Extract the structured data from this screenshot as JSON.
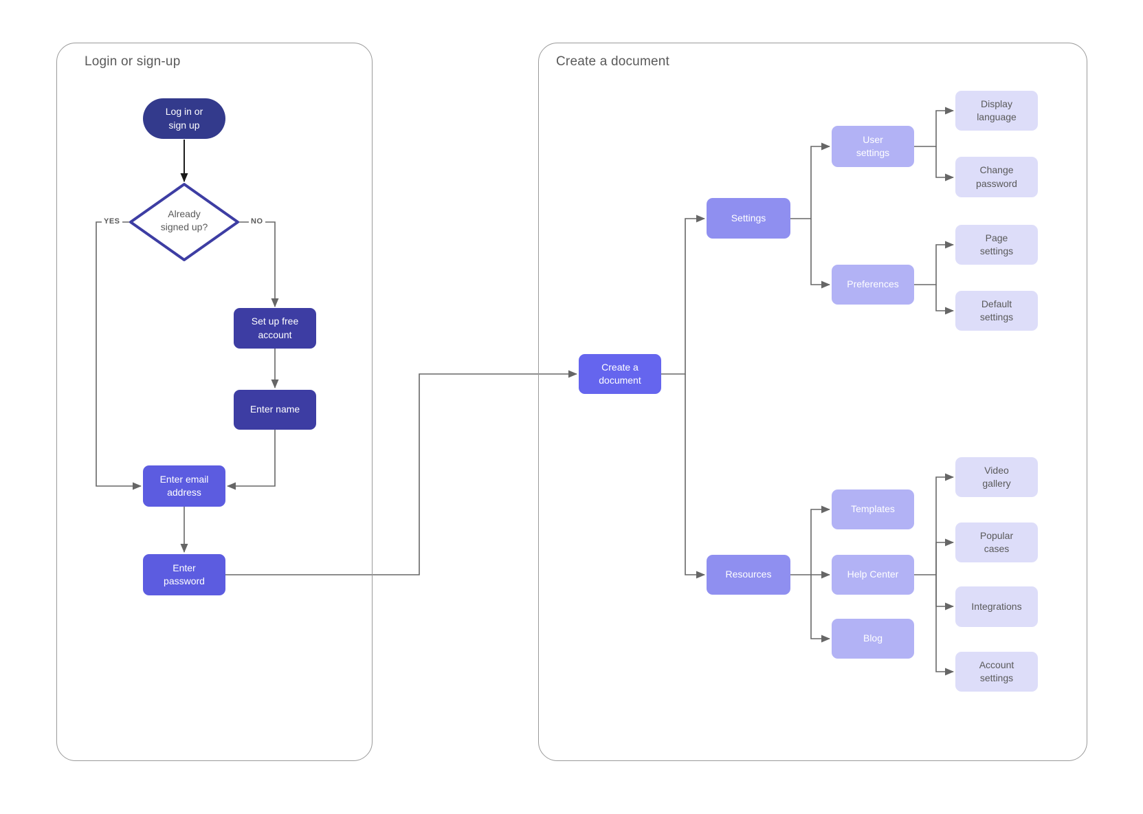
{
  "colors": {
    "terminator_fill": "#333A8C",
    "process_dark_fill": "#3D3DA3",
    "process_medium_fill": "#5C5CE0",
    "create_fill": "#6565EE",
    "level1_fill": "#8F8FF0",
    "level2_fill": "#B2B2F5",
    "leaf_fill": "#DDDDF9",
    "connector": "#666666",
    "start_arrow": "#1A1A1A",
    "panel_border": "#999999",
    "text_on_fill": "#FFFFFF",
    "text_gray": "#595959"
  },
  "left_panel": {
    "title": "Login or sign-up",
    "nodes": {
      "login": {
        "label": "Log in or\nsign up"
      },
      "decision": {
        "label": "Already\nsigned up?"
      },
      "setup": {
        "label": "Set up free\naccount"
      },
      "enter_name": {
        "label": "Enter name"
      },
      "enter_email": {
        "label": "Enter email\naddress"
      },
      "enter_password": {
        "label": "Enter\npassword"
      }
    },
    "branch_labels": {
      "yes": "YES",
      "no": "NO"
    }
  },
  "right_panel": {
    "title": "Create a document",
    "nodes": {
      "create_document": {
        "label": "Create a\ndocument"
      },
      "settings": {
        "label": "Settings"
      },
      "user_settings": {
        "label": "User\nsettings"
      },
      "preferences": {
        "label": "Preferences"
      },
      "display_language": {
        "label": "Display\nlanguage"
      },
      "change_password": {
        "label": "Change\npassword"
      },
      "page_settings": {
        "label": "Page\nsettings"
      },
      "default_settings": {
        "label": "Default\nsettings"
      },
      "resources": {
        "label": "Resources"
      },
      "templates": {
        "label": "Templates"
      },
      "help_center": {
        "label": "Help Center"
      },
      "blog": {
        "label": "Blog"
      },
      "video_gallery": {
        "label": "Video\ngallery"
      },
      "popular_cases": {
        "label": "Popular\ncases"
      },
      "integrations": {
        "label": "Integrations"
      },
      "account_settings": {
        "label": "Account\nsettings"
      }
    }
  }
}
